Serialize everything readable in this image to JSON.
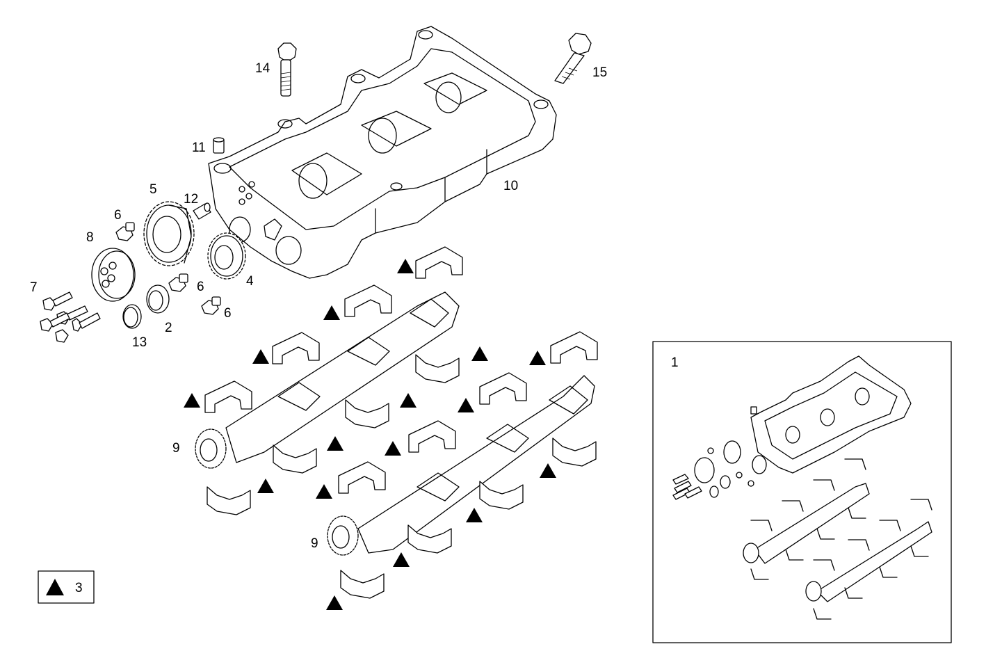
{
  "diagram": {
    "part_labels": [
      "1",
      "2",
      "3",
      "4",
      "5",
      "6",
      "6",
      "6",
      "7",
      "8",
      "9",
      "9",
      "10",
      "11",
      "12",
      "13",
      "14",
      "15"
    ],
    "legend": {
      "symbol": "triangle",
      "number": "3"
    },
    "inset": {
      "label": "1"
    }
  }
}
